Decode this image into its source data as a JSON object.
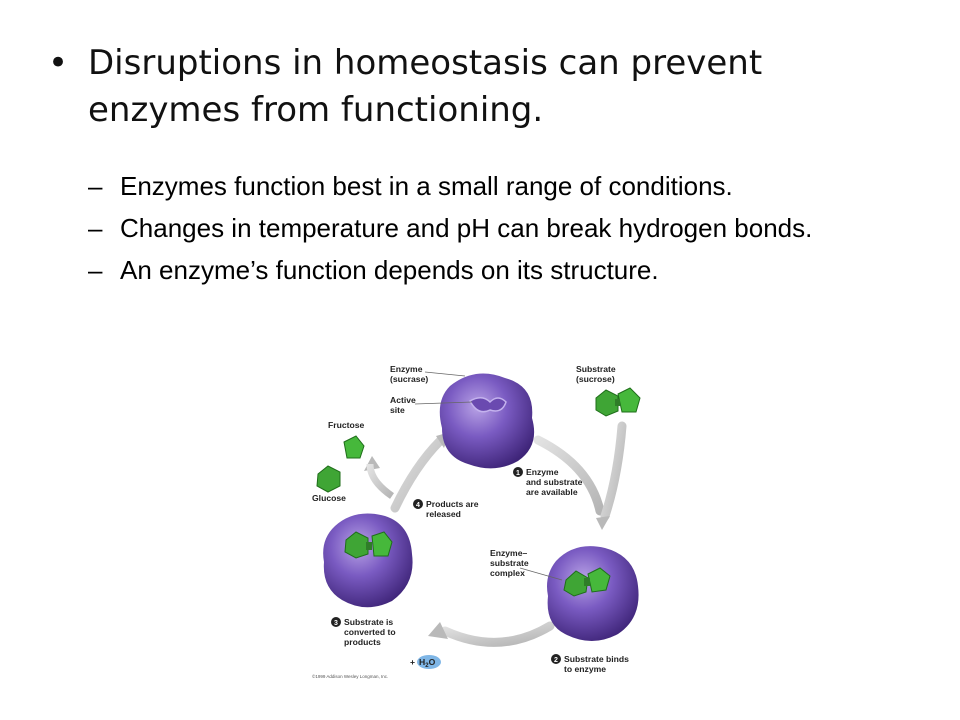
{
  "slide": {
    "main_bullet": "Disruptions in homeostasis can prevent enzymes from functioning.",
    "sub_bullets": [
      "Enzymes function best in a small range of conditions.",
      "Changes in temperature and pH can break hydrogen bonds.",
      "An enzyme’s function depends on its structure."
    ]
  },
  "diagram": {
    "labels": {
      "enzyme": [
        "Enzyme",
        "(sucrase)"
      ],
      "active_site": [
        "Active",
        "site"
      ],
      "substrate": [
        "Substrate",
        "(sucrose)"
      ],
      "fructose": "Fructose",
      "glucose": "Glucose",
      "complex": [
        "Enzyme–",
        "substrate",
        "complex"
      ],
      "water_plus": "+",
      "water_h": "H",
      "water_sub": "2",
      "water_o": "O"
    },
    "steps": [
      {
        "number": "1",
        "lines": [
          "Enzyme",
          "and substrate",
          "are available"
        ]
      },
      {
        "number": "2",
        "lines": [
          "Substrate binds",
          "to enzyme"
        ]
      },
      {
        "number": "3",
        "lines": [
          "Substrate is",
          "converted to",
          "products"
        ]
      },
      {
        "number": "4",
        "lines": [
          "Products are",
          "released"
        ]
      }
    ],
    "copyright": "©1999 Addison Wesley Longman, Inc.",
    "colors": {
      "enzyme_purple": "#5b3a9e",
      "enzyme_highlight": "#b9a3e6",
      "substrate_green": "#3fa535",
      "arrow_gray": "#c8c8c8"
    }
  }
}
